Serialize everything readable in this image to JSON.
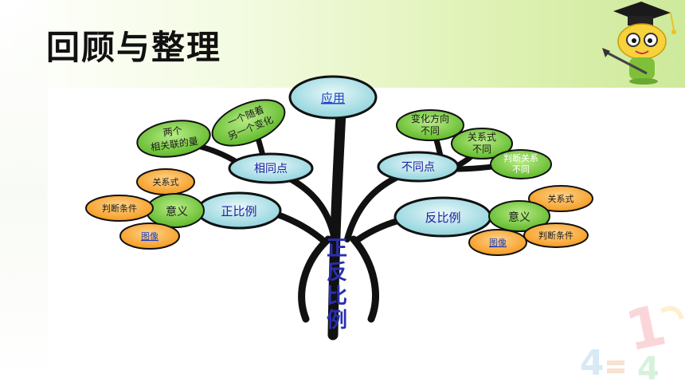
{
  "title": "回顾与整理",
  "trunk_label": [
    "正",
    "反",
    "比",
    "例"
  ],
  "nodes": {
    "application": "应用",
    "similarity": "相同点",
    "difference": "不同点",
    "direct": "正比例",
    "inverse": "反比例",
    "two_related": [
      "两个",
      "相关联的量"
    ],
    "one_changes": [
      "一个随着",
      "另一个变化"
    ],
    "change_direction": [
      "变化方向",
      "不同"
    ],
    "relation_formula_diff": [
      "关系式",
      "不同"
    ],
    "judge_relation_diff": [
      "判断关系",
      "不同"
    ],
    "direct_formula": "关系式",
    "direct_meaning": "意义",
    "direct_judge": "判断条件",
    "direct_graph": "图像",
    "inverse_formula": "关系式",
    "inverse_meaning": "意义",
    "inverse_judge": "判断条件",
    "inverse_graph": "图像"
  },
  "colors": {
    "blue_node": "#9fdde3",
    "green_node": "#7cc940",
    "orange_node": "#f9a633",
    "trunk": "#111111",
    "trunk_text": "#2a2fb0",
    "link": "#2040c0"
  }
}
